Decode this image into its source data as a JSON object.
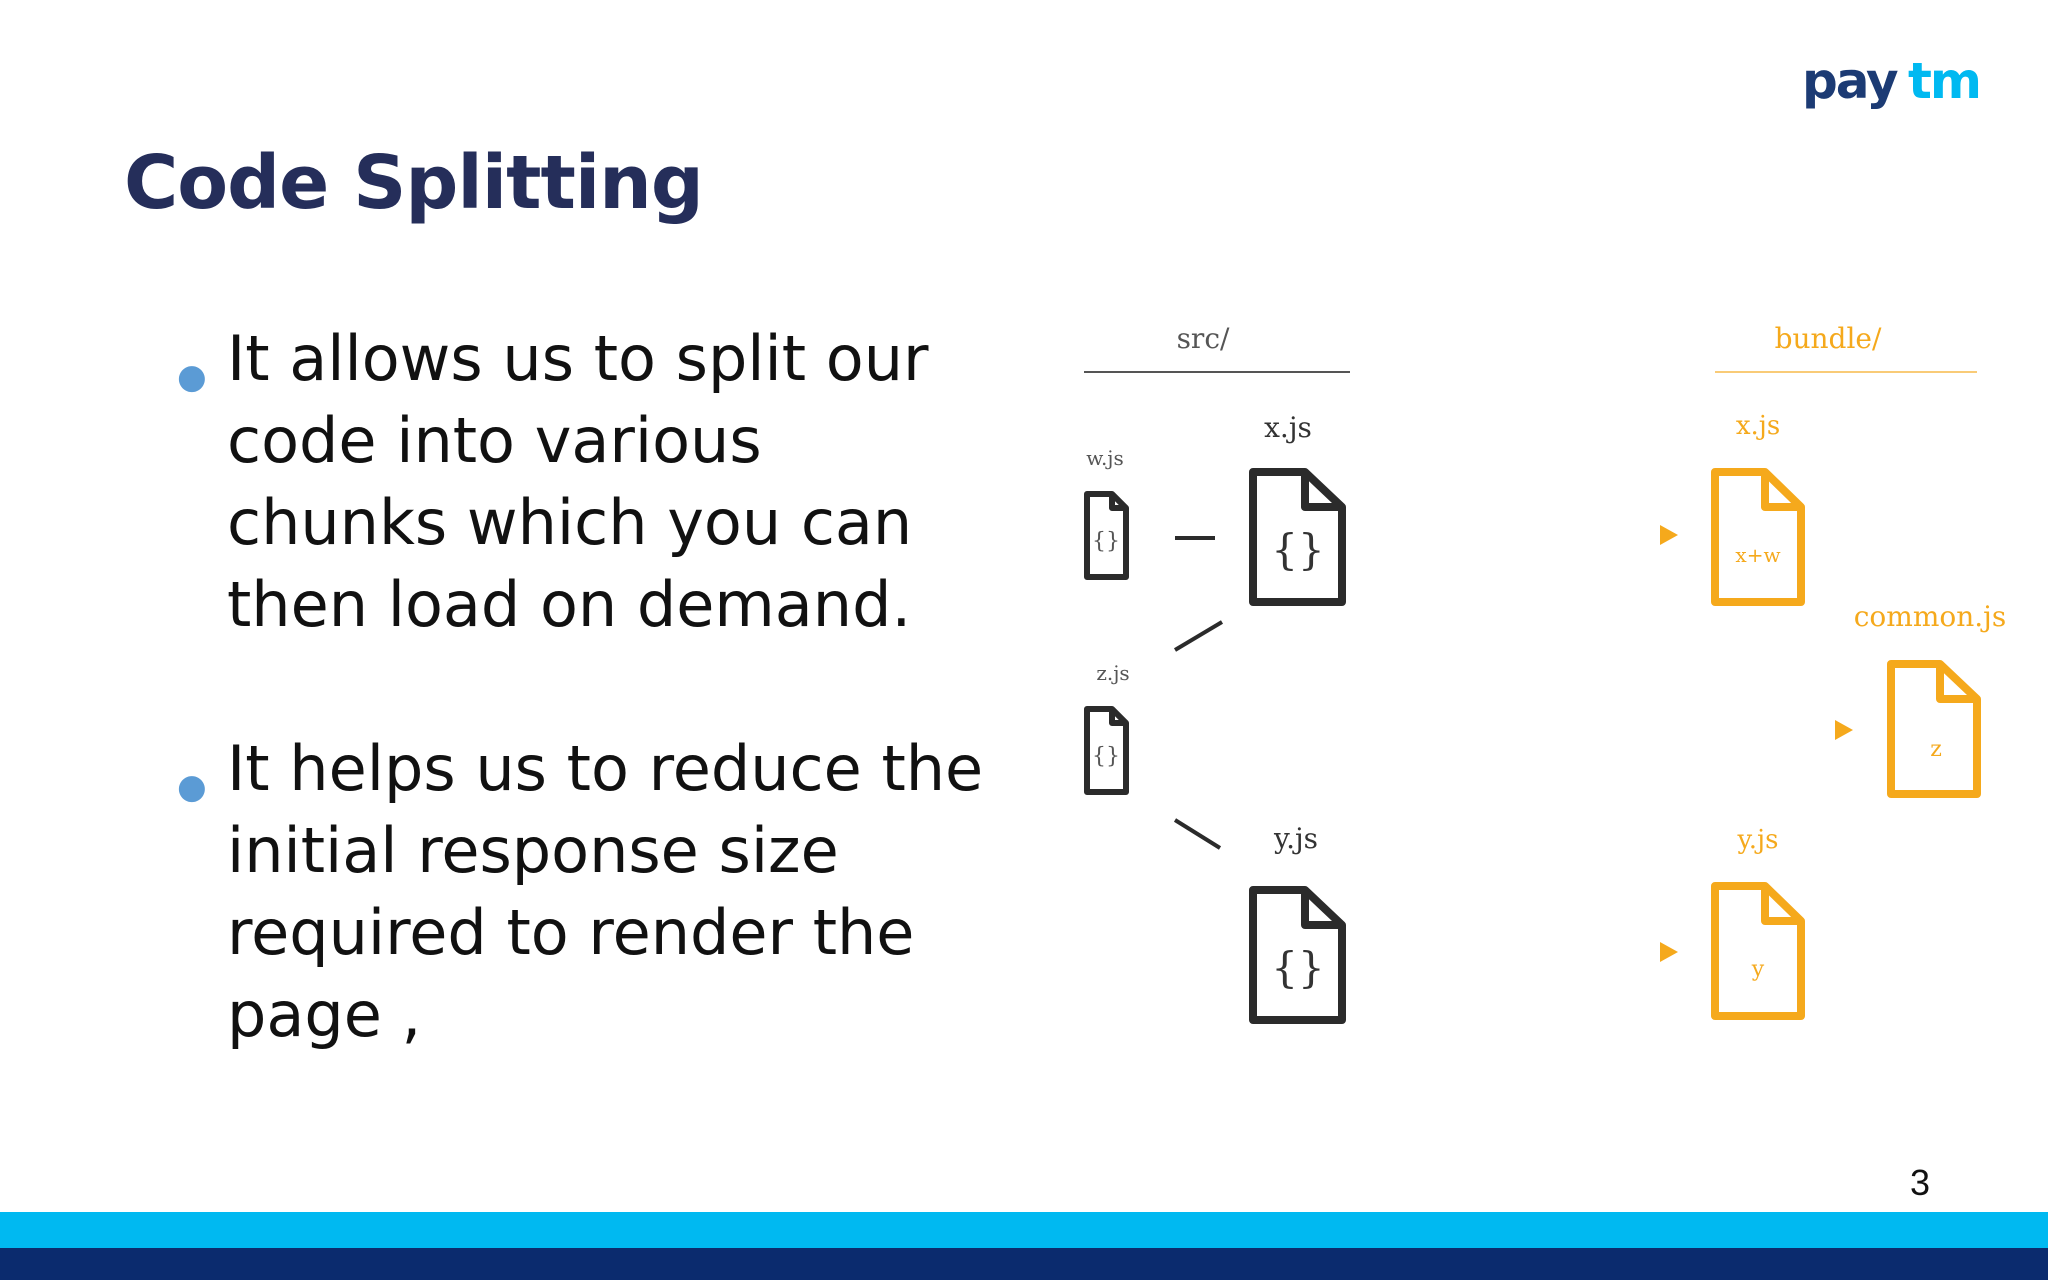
{
  "brand": {
    "logo_text_pay": "pay",
    "logo_text_tm": "tm",
    "dark_color": "#1c3b74",
    "light_color": "#00b9f1"
  },
  "slide": {
    "title": "Code Splitting",
    "title_color": "#252e5a",
    "bullets": [
      {
        "lines": [
          "It allows us to split our",
          "code into various",
          "chunks which you can",
          "then load on demand."
        ]
      },
      {
        "lines": [
          "It helps us to reduce the",
          "initial response size",
          "required to render the",
          "page ,"
        ]
      }
    ],
    "page_number": "3"
  },
  "diagram": {
    "src_label": "src/",
    "bundle_label": "bundle/",
    "source_color": "#2b2b2b",
    "bundle_color": "#f5a91c",
    "source_files": {
      "w": {
        "name": "w.js",
        "content": "{}"
      },
      "x": {
        "name": "x.js",
        "content": "{}"
      },
      "z": {
        "name": "z.js",
        "content": "{}"
      },
      "y": {
        "name": "y.js",
        "content": "{}"
      }
    },
    "bundle_files": {
      "x": {
        "name": "x.js",
        "content": "x+w"
      },
      "common": {
        "name": "common.js",
        "content": "z"
      },
      "y": {
        "name": "y.js",
        "content": "y"
      }
    }
  }
}
